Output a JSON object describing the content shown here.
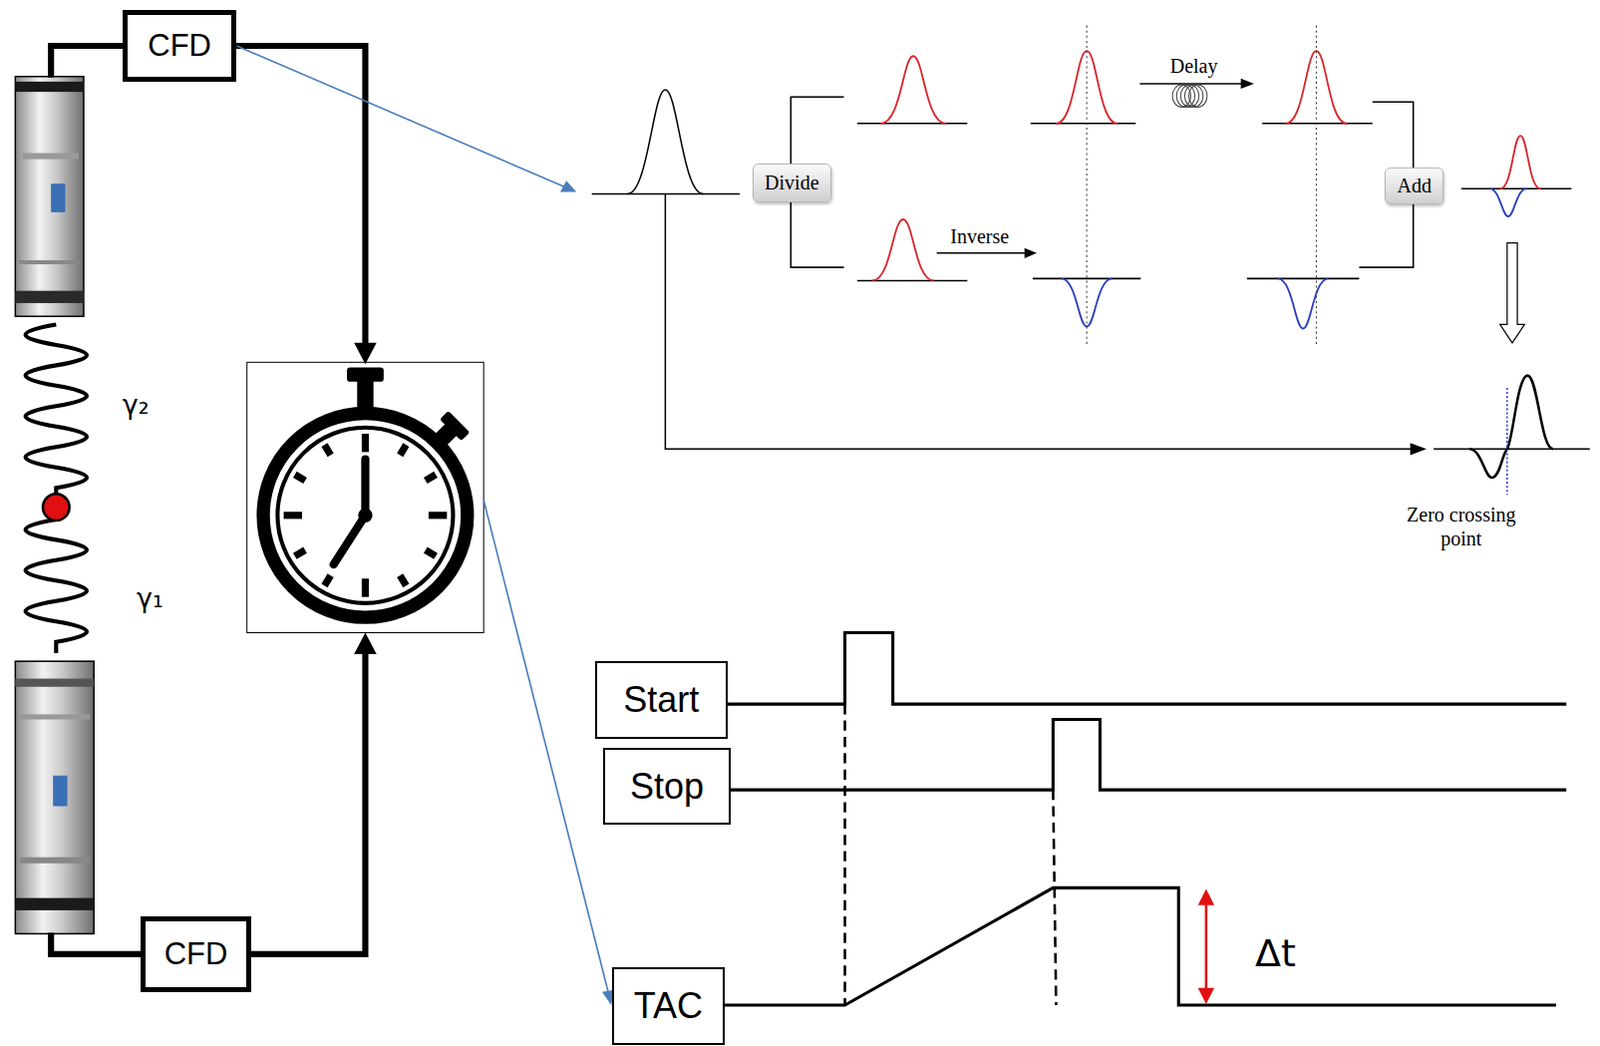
{
  "diagram": {
    "nodes": [
      {
        "text": [
          "CFD"
        ]
      },
      {
        "text": [
          "Divide"
        ]
      },
      {
        "text": [
          "Add"
        ]
      },
      {
        "text": [
          "Start"
        ]
      },
      {
        "text": [
          "Stop"
        ]
      },
      {
        "text": [
          "CFD"
        ]
      },
      {
        "text": [
          "TAC"
        ]
      }
    ],
    "labels": [
      "γ₂",
      "γ₁",
      "Delay",
      "Inverse",
      "Zero crossing point",
      "Δt"
    ]
  }
}
